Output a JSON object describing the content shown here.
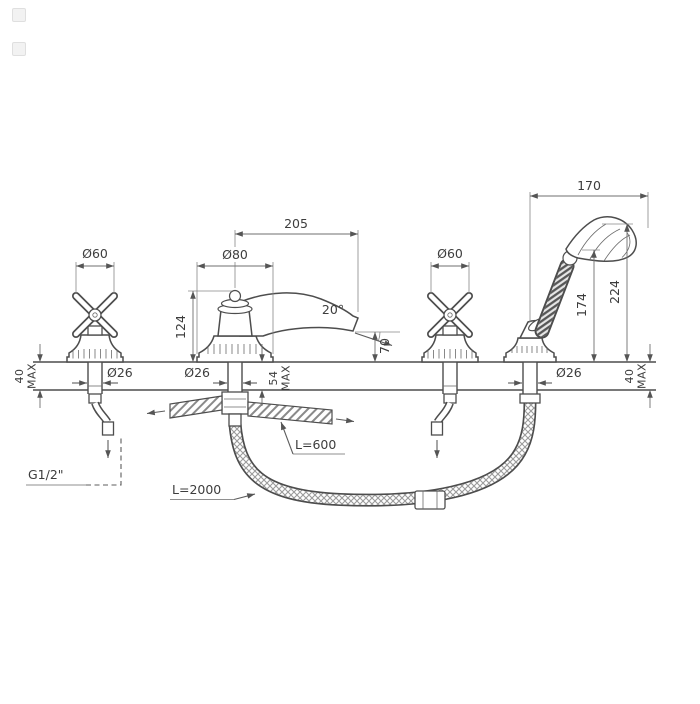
{
  "page": {
    "background": "#ffffff"
  },
  "drawing": {
    "subject": "deck-mounted-bath-mixer-with-hand-shower",
    "colors": {
      "outline": "#4d4d4d",
      "dimension": "#707070",
      "text": "#3d3d3d"
    },
    "dims": {
      "spout_reach": "205",
      "shower_offset": "170",
      "left_handle_dia": "Ø60",
      "spout_base_dia": "Ø80",
      "right_handle_dia": "Ø60",
      "spout_height": "124",
      "outlet_height": "70",
      "outlet_angle": "20°",
      "shower_height": "174",
      "total_height": "224",
      "left_deck_max_value": "40",
      "left_deck_max_label": "MAX",
      "spout_deck_max_value": "54",
      "spout_deck_max_label": "MAX",
      "right_deck_max_value": "40",
      "right_deck_max_label": "MAX",
      "left_shank_dia": "Ø26",
      "spout_shank_dia": "Ø26",
      "shower_shank_dia": "Ø26",
      "inlet_thread": "G1/2\"",
      "connection_hose_length": "L=600",
      "shower_hose_length": "L=2000"
    }
  }
}
